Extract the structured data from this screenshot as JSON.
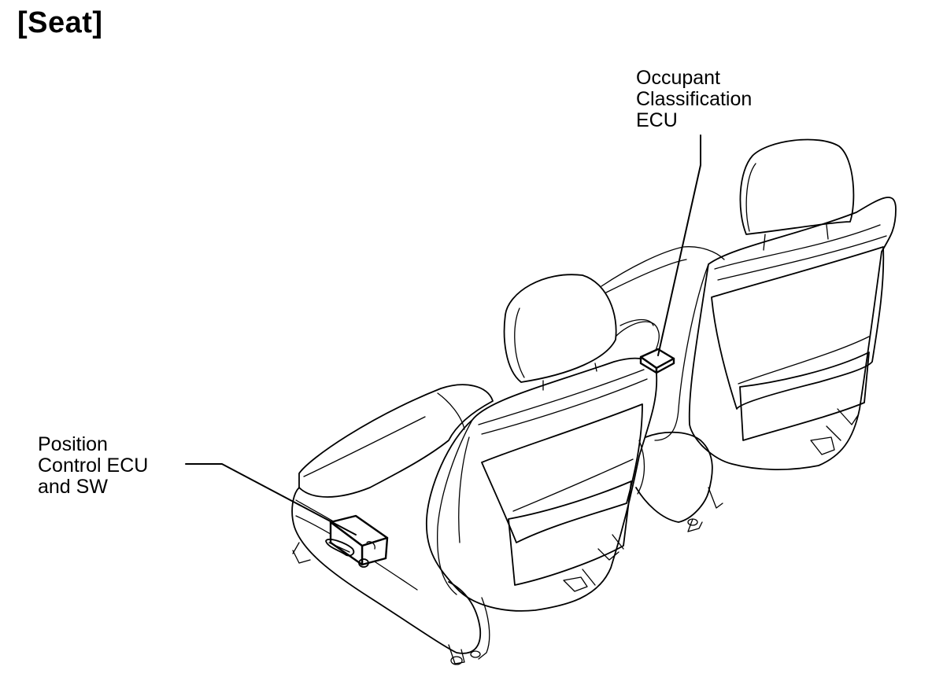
{
  "title": "[Seat]",
  "callouts": {
    "occupant_classification_ecu": "Occupant\nClassification\nECU",
    "position_control_ecu": "Position\nControl ECU\nand SW"
  }
}
